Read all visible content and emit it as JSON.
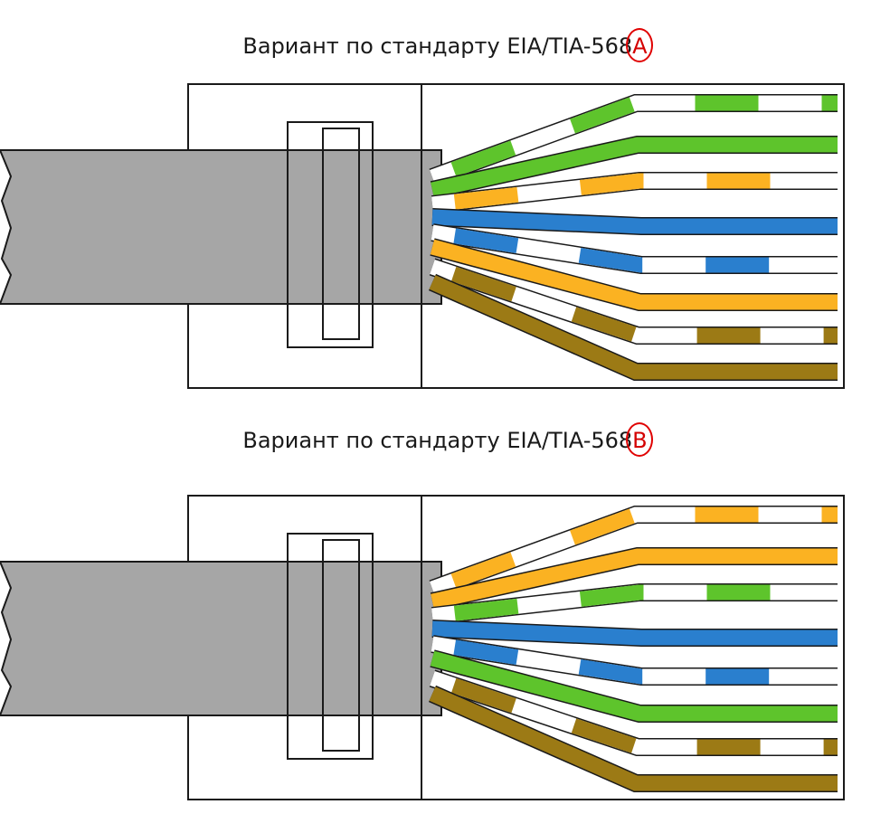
{
  "diagrams": [
    {
      "title_prefix": "Вариант по стандарту EIA/TIA-568",
      "title_variant": "A",
      "wires": [
        {
          "color": "green",
          "striped": true
        },
        {
          "color": "green",
          "striped": false
        },
        {
          "color": "orange",
          "striped": true
        },
        {
          "color": "blue",
          "striped": false
        },
        {
          "color": "blue",
          "striped": true
        },
        {
          "color": "orange",
          "striped": false
        },
        {
          "color": "brown",
          "striped": true
        },
        {
          "color": "brown",
          "striped": false
        }
      ]
    },
    {
      "title_prefix": "Вариант по стандарту EIA/TIA-568",
      "title_variant": "B",
      "wires": [
        {
          "color": "orange",
          "striped": true
        },
        {
          "color": "orange",
          "striped": false
        },
        {
          "color": "green",
          "striped": true
        },
        {
          "color": "blue",
          "striped": false
        },
        {
          "color": "blue",
          "striped": true
        },
        {
          "color": "green",
          "striped": false
        },
        {
          "color": "brown",
          "striped": true
        },
        {
          "color": "brown",
          "striped": false
        }
      ]
    }
  ],
  "palette": {
    "green": "#5ec42c",
    "orange": "#fbb222",
    "blue": "#2a7fce",
    "brown": "#9c7a15",
    "white": "#ffffff",
    "cable": "#a6a6a6",
    "outline": "#1a1a1a",
    "annotation": "#e00000"
  }
}
